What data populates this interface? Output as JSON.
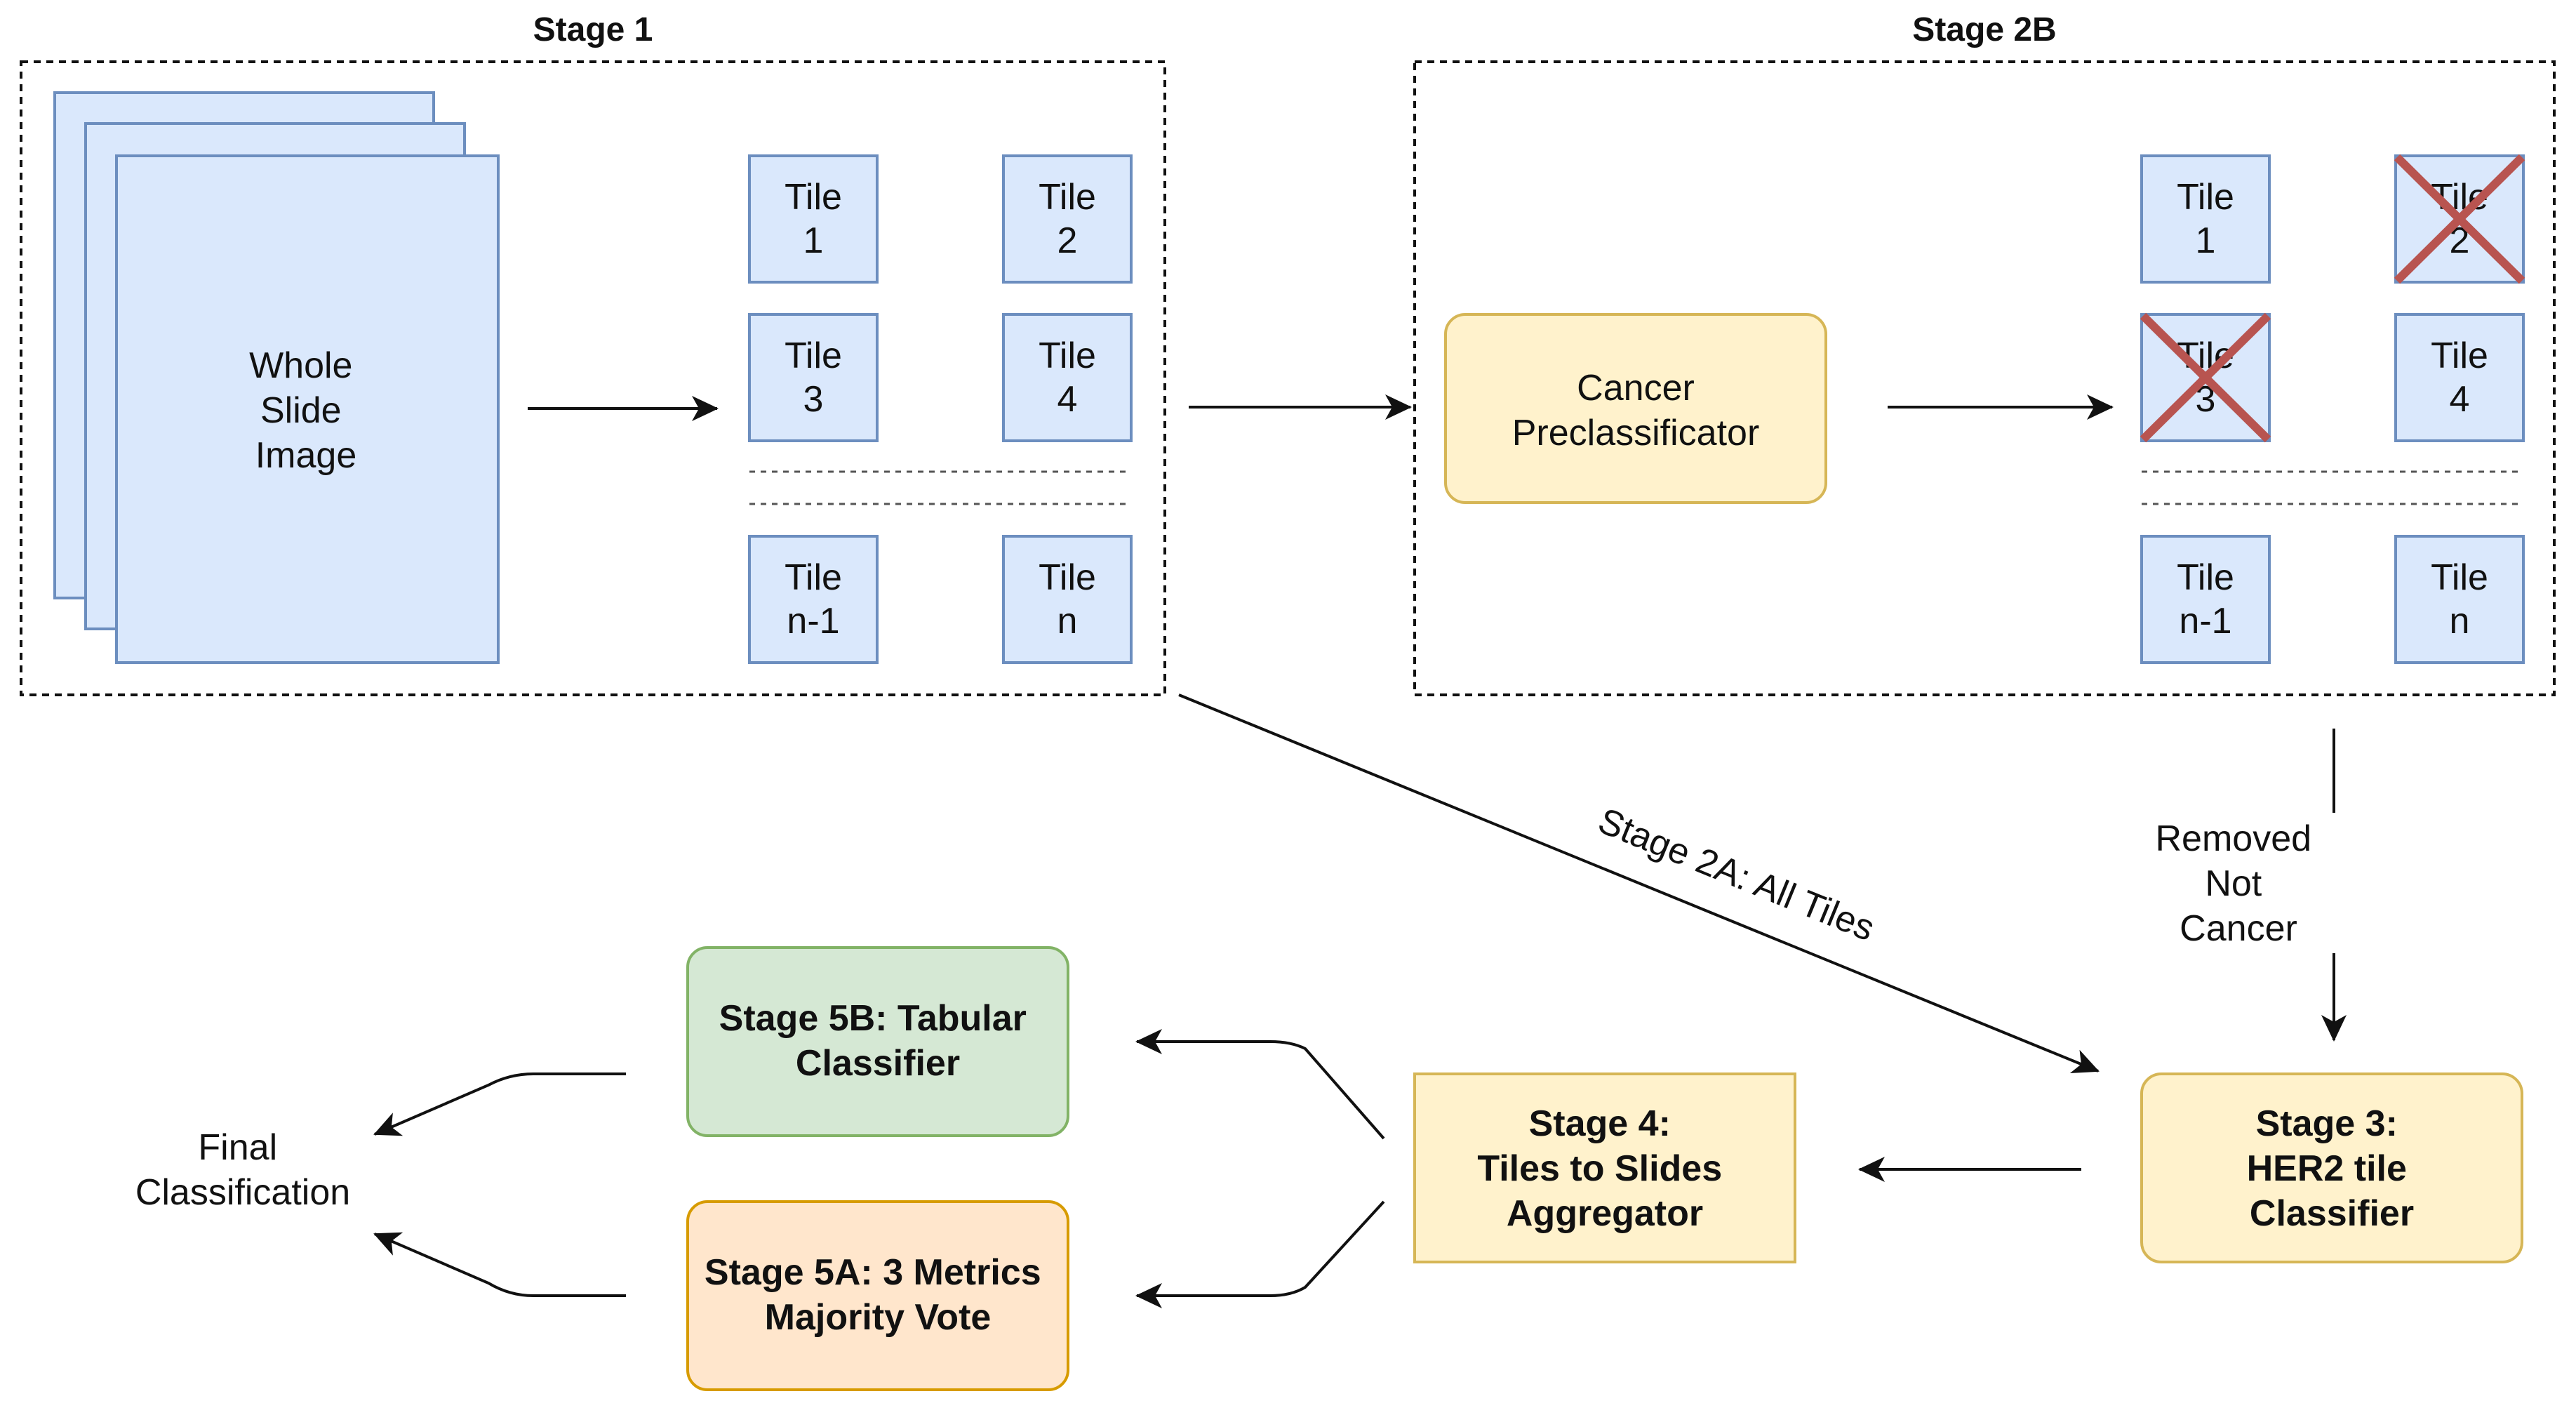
{
  "stage1": {
    "title": "Stage 1",
    "wsi": [
      "Whole",
      "Slide",
      "Image"
    ],
    "tiles": [
      [
        "Tile",
        "1"
      ],
      [
        "Tile",
        "2"
      ],
      [
        "Tile",
        "3"
      ],
      [
        "Tile",
        "4"
      ],
      [
        "Tile",
        "n-1"
      ],
      [
        "Tile",
        "n"
      ]
    ]
  },
  "stage2b": {
    "title": "Stage 2B",
    "preclassifier": [
      "Cancer",
      "Preclassificator"
    ],
    "tiles": [
      [
        "Tile",
        "1"
      ],
      [
        "Tile",
        "2"
      ],
      [
        "Tile",
        "3"
      ],
      [
        "Tile",
        "4"
      ],
      [
        "Tile",
        "n-1"
      ],
      [
        "Tile",
        "n"
      ]
    ],
    "removed_tiles": [
      "Tile 2",
      "Tile 3"
    ]
  },
  "edges": {
    "stage2a": "Stage 2A: All Tiles",
    "removed": [
      "Removed",
      "Not",
      "Cancer"
    ]
  },
  "stage3": [
    "Stage 3:",
    "HER2 tile",
    "Classifier"
  ],
  "stage4": [
    "Stage 4:",
    "Tiles to Slides",
    "Aggregator"
  ],
  "stage5b": [
    "Stage 5B: Tabular",
    "Classifier"
  ],
  "stage5a": [
    "Stage 5A: 3 Metrics",
    "Majority Vote"
  ],
  "final": [
    "Final",
    "Classification"
  ],
  "colors": {
    "blue_fill": "#dae8fc",
    "blue_stroke": "#6c8ebf",
    "yellow_fill": "#fff2cc",
    "yellow_stroke": "#d6b656",
    "green_fill": "#d5e8d4",
    "green_stroke": "#82b366",
    "orange_fill": "#ffe6cc",
    "orange_stroke": "#d79b00",
    "cross": "#b85450"
  }
}
